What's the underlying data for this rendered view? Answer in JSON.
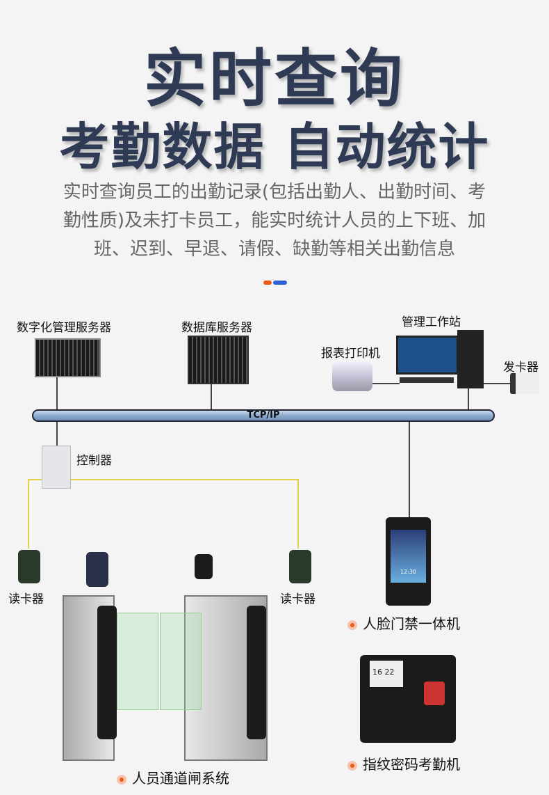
{
  "title": {
    "line1": "实时查询",
    "line2": "考勤数据 自动统计"
  },
  "description": [
    "实时查询员工的出勤记录(包括出勤人、出勤时间、考",
    "勤性质)及未打卡员工，能实时统计人员的上下班、加",
    "班、迟到、早退、请假、缺勤等相关出勤信息"
  ],
  "accent_colors": {
    "orange": "#f05a14",
    "blue": "#2d5fd8",
    "title": "#2f3a55"
  },
  "diagram": {
    "network": "TCP/IP",
    "nodes": {
      "digital_server": "数字化管理服务器",
      "db_server": "数据库服务器",
      "workstation": "管理工作站",
      "printer": "报表打印机",
      "card_issuer": "发卡器",
      "controller": "控制器",
      "card_reader_left": "读卡器",
      "card_reader_right": "读卡器"
    },
    "captions": {
      "face_terminal": "人脸门禁一体机",
      "fingerprint": "指纹密码考勤机",
      "gate": "人员通道闸系统"
    },
    "screens": {
      "face_time": "12:30",
      "fp_hour": "16",
      "fp_min": "22"
    }
  }
}
